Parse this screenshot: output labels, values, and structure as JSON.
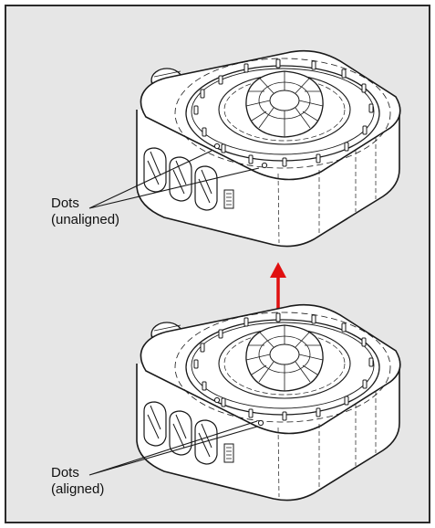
{
  "callouts": {
    "top": {
      "line1": "Dots",
      "line2": "(unaligned)"
    },
    "bottom": {
      "line1": "Dots",
      "line2": "(aligned)"
    }
  },
  "colors": {
    "panel_background": "#e6e6e6",
    "panel_border": "#2b2b2b",
    "sensor_outline": "#1a1a1a",
    "sensor_body": "#ffffff",
    "arrow": "#e01010"
  },
  "icons": {
    "arrow": "arrow-up-icon"
  }
}
